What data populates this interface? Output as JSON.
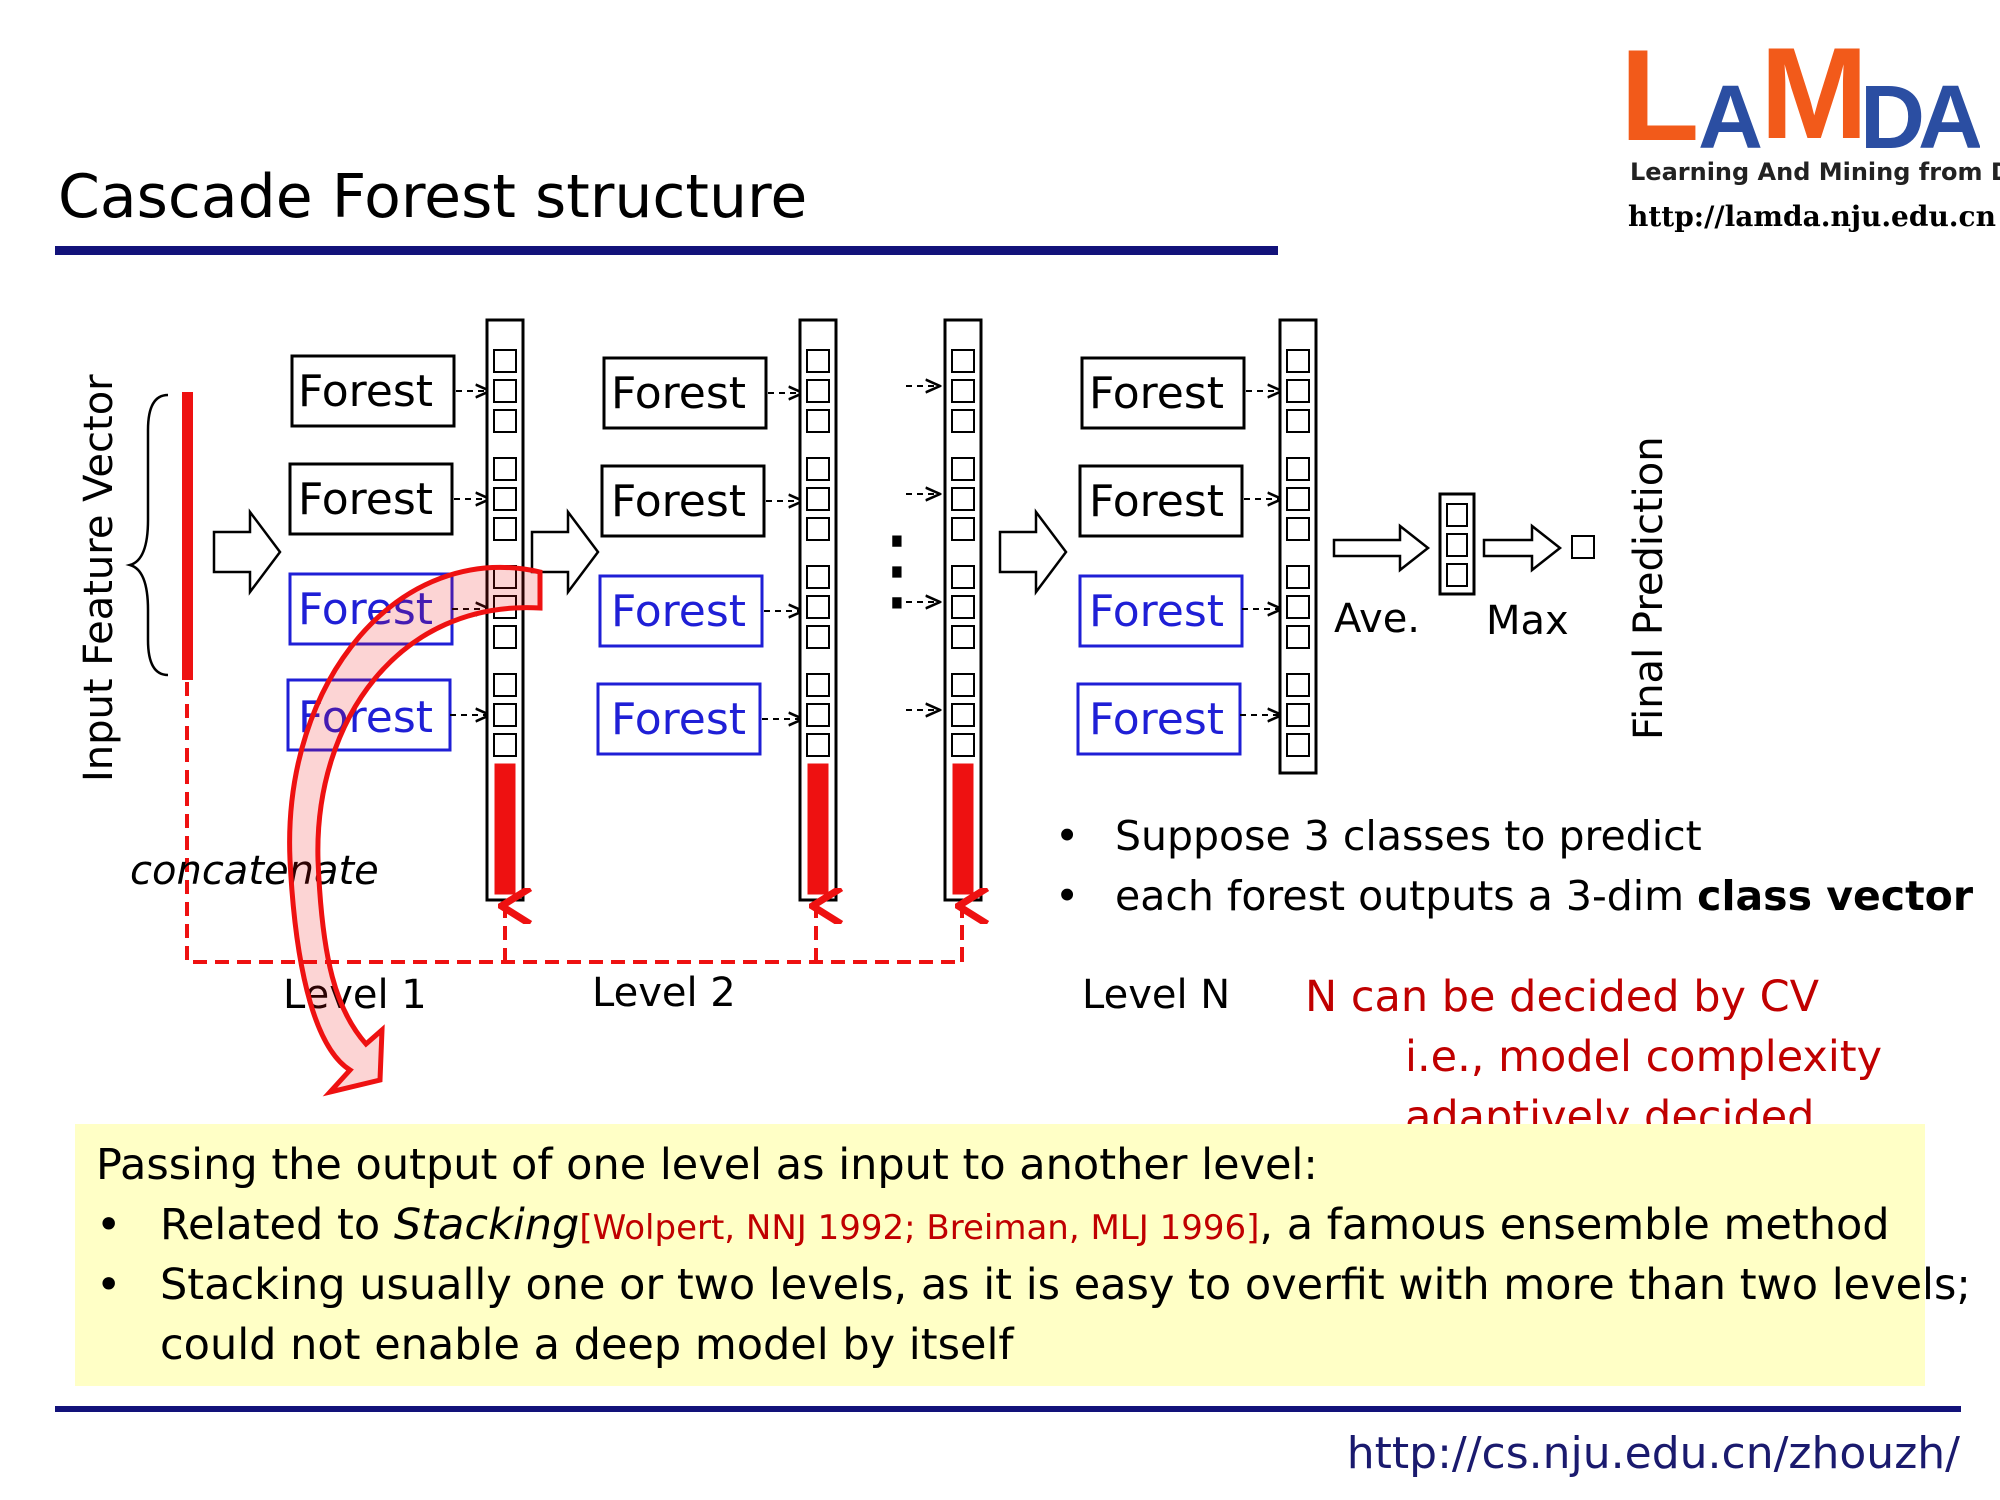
{
  "slide": {
    "title": "Cascade Forest structure",
    "footer_url": "http://cs.nju.edu.cn/zhouzh/"
  },
  "logo": {
    "letters": [
      "L",
      "A",
      "M",
      "D",
      "A"
    ],
    "subtitle": "Learning And Mining from DatA",
    "url": "http://lamda.nju.edu.cn",
    "colors": {
      "orange": "#f25a1a",
      "blue": "#2b4ea2"
    }
  },
  "diagram": {
    "input_label": "Input Feature Vector",
    "concat_label": "concatenate",
    "forest_label": "Forest",
    "ave_label": "Ave.",
    "max_label": "Max",
    "final_label": "Final Prediction",
    "dots_label": "⋮",
    "level_labels": [
      "Level 1",
      "Level 2",
      "Level N"
    ],
    "colors": {
      "forest_black": "#000000",
      "forest_blue": "#1f1fd6",
      "red": "#ee1111"
    }
  },
  "right_bullets": {
    "item1": "Suppose 3 classes to predict",
    "item2_pre": "each forest outputs a 3-dim ",
    "item2_bold": "class vector"
  },
  "cv_note": {
    "line1": "N can be decided by CV",
    "line2": "i.e., model complexity",
    "line3": "adaptively decided"
  },
  "yellow_box": {
    "heading": "Passing the output of one level as input to another level:",
    "b1_pre": "Related to ",
    "b1_italic": "Stacking",
    "b1_ref": "[Wolpert, NNJ 1992; Breiman, MLJ 1996]",
    "b1_post": ", a famous ensemble method",
    "b2_line1": "Stacking usually one or two levels, as it is easy to overfit with more than two levels;",
    "b2_line2": "could not enable a deep model by itself",
    "bullet_char": "•"
  }
}
